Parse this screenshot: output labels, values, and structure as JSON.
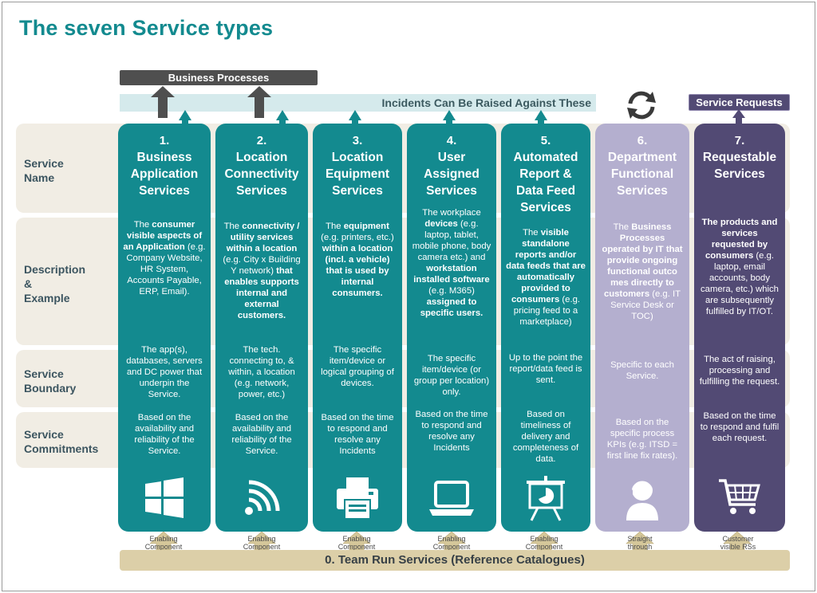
{
  "title": "The seven Service types",
  "business_processes": "Business Processes",
  "incidents_banner": "Incidents Can Be Raised Against These",
  "service_requests": "Service Requests",
  "row_labels": {
    "name": [
      "Service",
      "Name"
    ],
    "description": [
      "Description",
      "&",
      "Example"
    ],
    "boundary": [
      "Service",
      "Boundary"
    ],
    "commitments": [
      "Service",
      "Commitments"
    ]
  },
  "columns": [
    {
      "number": "1.",
      "name": [
        "Business",
        "Application",
        "Services"
      ],
      "desc_1": "The ",
      "desc_b1": "consumer visible aspects of an Application",
      "desc_2": " (e.g. Company Website, HR System, Accounts Payable, ERP, Email).",
      "boundary": "The app(s), databases, servers and DC power that underpin the Service.",
      "commitments": "Based on the availability and reliability of the Service.",
      "icon": "windows-icon",
      "caption": [
        "Enabling",
        "Component"
      ]
    },
    {
      "number": "2.",
      "name": [
        "Location",
        "Connectivity",
        "Services"
      ],
      "desc_1": "The ",
      "desc_b1": "connectivity / utility services within a location",
      "desc_2": " (e.g. City x Building Y network) ",
      "desc_b2": "that enables supports internal and external customers.",
      "boundary": "The tech. connecting to, & within, a location (e.g. network, power, etc.)",
      "commitments": "Based on the availability and reliability of the Service.",
      "icon": "wifi-icon",
      "caption": [
        "Enabling",
        "Component"
      ]
    },
    {
      "number": "3.",
      "name": [
        "Location",
        "Equipment",
        "Services"
      ],
      "desc_1": "The ",
      "desc_b1": "equipment",
      "desc_2": " (e.g. printers, etc.) ",
      "desc_b2": "within a location (incl. a vehicle) that is used by internal consumers.",
      "boundary": "The specific item/device or logical grouping of devices.",
      "commitments": "Based on the time to respond and resolve any Incidents",
      "icon": "printer-icon",
      "caption": [
        "Enabling",
        "Component"
      ]
    },
    {
      "number": "4.",
      "name": [
        "User",
        "Assigned",
        "Services"
      ],
      "desc_1": "The workplace ",
      "desc_b1": "devices",
      "desc_2": " (e.g. laptop, tablet, mobile phone, body camera etc.) and ",
      "desc_b2": "workstation installed software",
      "desc_3": " (e.g. M365) ",
      "desc_b3": "assigned to specific users.",
      "boundary": "The specific item/device (or group per location) only.",
      "commitments": "Based on the time to respond and resolve any Incidents",
      "icon": "laptop-icon",
      "caption": [
        "Enabling",
        "Component"
      ]
    },
    {
      "number": "5.",
      "name": [
        "Automated",
        "Report &",
        "Data Feed",
        "Services"
      ],
      "desc_1": "The ",
      "desc_b1": "visible standalone reports and/or data feeds that are automatically provided to consumers",
      "desc_2": " (e.g. pricing feed to a marketplace)",
      "boundary": "Up to the point the report/data feed is sent.",
      "commitments": "Based on timeliness of delivery and completeness of data.",
      "icon": "presentation-chart-icon",
      "caption": [
        "Enabling",
        "Component"
      ]
    },
    {
      "number": "6.",
      "name": [
        "Department",
        "Functional",
        "Services"
      ],
      "desc_1": "The ",
      "desc_b1": "Business",
      "desc_2": " Processes operated by IT that provide ongoing functional outco mes directly to customers",
      "desc_3": " (e.g. IT Service Desk or TOC)",
      "boundary": "Specific to each Service.",
      "commitments": "Based on the specific process KPIs (e.g. ITSD = first line fix rates).",
      "icon": "headset-agent-icon",
      "caption": [
        "Straight",
        "through"
      ]
    },
    {
      "number": "7.",
      "name": [
        "Requestable",
        "Services"
      ],
      "desc_b1": "The products and services requested by consumers",
      "desc_2": " (e.g. laptop, email accounts, body camera, etc.) which are subsequently fulfilled by IT/OT.",
      "boundary": "The act of raising, processing and fulfilling the request.",
      "commitments": "Based on the time to respond and fulfil each request.",
      "icon": "shopping-cart-icon",
      "caption": [
        "Customer",
        "visible  RSs"
      ]
    }
  ],
  "bottom_band": "0. Team Run Services (Reference Catalogues)",
  "colors": {
    "teal": "#138a8f",
    "lavender": "#b4afcf",
    "purple": "#524a74",
    "band": "#f1ede4",
    "bottom": "#dccfa8"
  }
}
